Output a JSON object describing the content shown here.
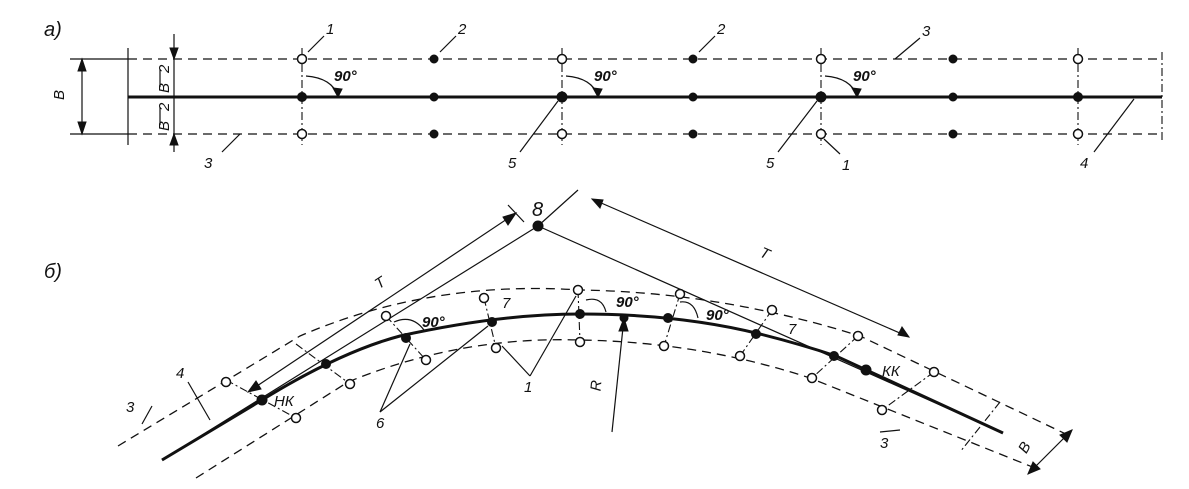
{
  "figure_a": {
    "panel_label": "а)",
    "width_symbol": "В",
    "half_width_top_num": "В",
    "half_width_top_den": "2",
    "half_width_bottom_num": "В",
    "half_width_bottom_den": "2",
    "angle_label": "90°",
    "callouts": {
      "hollow_marker": "1",
      "solid_marker": "2",
      "edge_line": "3",
      "axis": "4",
      "axis_point": "5",
      "hollow_marker_bottom": "1",
      "edge_line_bottom": "3"
    }
  },
  "figure_b": {
    "panel_label": "б)",
    "tangent_label": "Т",
    "vertex_label": "8",
    "curve_start": "НК",
    "curve_end": "КК",
    "radius_label": "R",
    "width_symbol": "В",
    "angle_label": "90°",
    "callouts": {
      "edge_line": "3",
      "axis": "4",
      "hollow_marker": "1",
      "curve_point": "6",
      "offset_point": "7"
    }
  }
}
